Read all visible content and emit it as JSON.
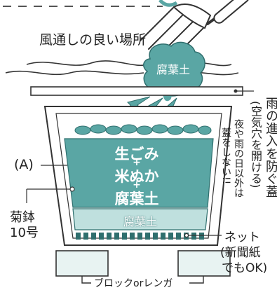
{
  "diagram": {
    "location_label": "風通しの良い場所",
    "leaf_mold_label": "腐葉土",
    "marker_a": "(A)",
    "pot_contents": {
      "line1": "生ごみ",
      "plus1": "+",
      "line2": "米ぬか",
      "plus2": "+",
      "line3": "腐葉土"
    },
    "bottom_layer_label": "腐葉土",
    "pot_label": {
      "line1": "菊鉢",
      "line2": "10号"
    },
    "net_label": {
      "line1": "ネット",
      "line2": "(新聞紙",
      "line3": "でもOK)"
    },
    "block_label": "ブロックorレンガ",
    "lid_note": {
      "line1": "雨の進入を防ぐ蓋",
      "line2": "(空気穴を開ける)",
      "line3": "夜や雨の日以外は",
      "line4": "蓋をしない!!"
    },
    "colors": {
      "teal": "#5aa6a4",
      "teal_dark": "#2f6f6e",
      "light_teal": "#bfe0de",
      "block_fill": "#e8f3f2",
      "line": "#333333"
    }
  }
}
